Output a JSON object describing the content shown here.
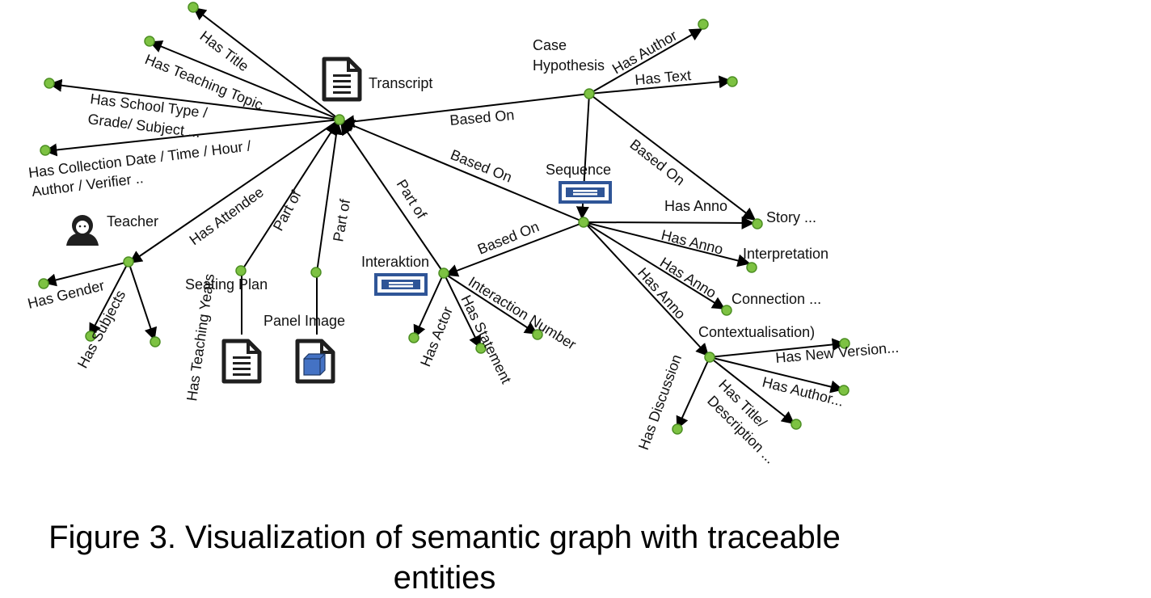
{
  "caption": {
    "line1": "Figure 3. Visualization of semantic graph with traceable",
    "line2": "entities"
  },
  "colors": {
    "node_fill": "#7dc242",
    "node_stroke": "#4d8f23",
    "edge": "#000000",
    "icon_dark": "#1f1f1f",
    "icon_blue": "#2f5597",
    "cube_blue": "#4472c4"
  },
  "nodes": {
    "transcript": "Transcript",
    "case_hypothesis_1": "Case",
    "case_hypothesis_2": "Hypothesis",
    "sequence": "Sequence",
    "teacher": "Teacher",
    "seating_plan": "Seating Plan",
    "panel_image": "Panel Image",
    "interaktion": "Interaktion",
    "story": "Story   ...",
    "interpretation": "Interpretation",
    "connection": "Connection  ...",
    "contextualisation": "Contextualisation)"
  },
  "edges": {
    "has_title": "Has Title",
    "has_teaching_topic": "Has Teaching Topic",
    "has_school_type_1": "Has School Type /",
    "has_school_type_2": "Grade/ Subject ...",
    "has_collection_1": "Has Collection Date / Time / Hour /",
    "has_collection_2": "Author / Verifier ..",
    "has_attendee": "Has Attendee",
    "part_of_seating": "Part of",
    "part_of_panel": "Part of",
    "part_of_interaktion": "Part of",
    "based_on_case": "Based On",
    "based_on_sequence": "Based On",
    "has_author_case": "Has Author",
    "has_text": "Has Text",
    "based_on_story": "Based On",
    "has_anno_story": "Has Anno",
    "has_anno_interpretation": "Has Anno",
    "has_anno_connection": "Has Anno",
    "has_anno_context": "Has Anno",
    "based_on_interaktion": "Based On",
    "has_actor": "Has Actor",
    "has_statement": "Has Statement",
    "interaction_number": "Interaction Number",
    "has_gender": "Has Gender",
    "has_subjects": "Has Subjects",
    "has_teaching_years": "Has Teaching Years",
    "has_new_version": "Has New Version...",
    "has_author_context": "Has Author...",
    "has_title_desc_1": "Has Title/",
    "has_title_desc_2": "Description ...",
    "has_discussion": "Has Discussion"
  },
  "icons": {
    "transcript": "document-icon",
    "sequence": "sequence-icon",
    "teacher": "person-icon",
    "seating_plan": "document-icon",
    "panel_image": "cube-icon",
    "interaktion": "sequence-icon"
  }
}
